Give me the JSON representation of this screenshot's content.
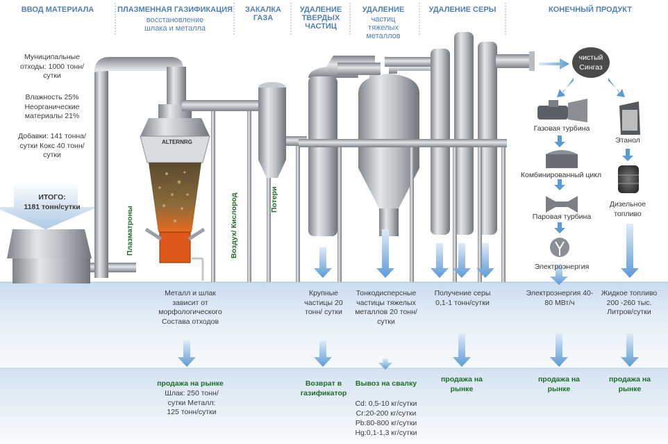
{
  "headers": {
    "input": "ВВОД МАТЕРИАЛА",
    "gasification_title": "ПЛАЗМЕННАЯ ГАЗИФИКАЦИЯ",
    "gasification_sub": "восстановление шлака и металла",
    "quench_title": "ЗАКАЛКА ГАЗА",
    "solids_title": "УДАЛЕНИЕ ТВЕРДЫХ ЧАСТИЦ",
    "metals_title": "УДАЛЕНИЕ",
    "metals_sub": "частиц тяжелых металлов",
    "sulfur_title": "УДАЛЕНИЕ СЕРЫ",
    "product_title": "КОНЕЧНЫЙ ПРОДУКТ"
  },
  "input_block": {
    "waste": "Муниципальные отходы: 1000 тонн/сутки",
    "humidity": "Влажность 25% Неорганические материалы 21%",
    "additives": "Добавки: 141 тонна/сутки Кокс 40 тонн/сутки",
    "total_label": "ИТОГО:",
    "total_value": "1181 тонн/сутки"
  },
  "equipment_labels": {
    "brand": "ALTERNRG",
    "plasmatrons": "Плазматроны",
    "air_oxygen": "Воздух/ Кислород",
    "losses": "Потери"
  },
  "product_chain": {
    "syngas": "чистый Сингаз",
    "gas_turbine": "Газовая турбина",
    "combined_cycle": "Комбинированный цикл",
    "steam_turbine": "Паровая турбина",
    "electricity": "Электроэнергия",
    "ethanol": "Этанол",
    "diesel": "Дизельное топливо"
  },
  "outputs_row": {
    "metal_slag": "Металл и шлак зависит от морфологического Состава отходов",
    "coarse": "Крупные частицы 20 тонн/ сутки",
    "fine": "Тонкодисперсные частицы тяжелых металлов 20 тонн/сутки",
    "sulfur": "Получение серы 0,1-1 тонн/сутки",
    "power": "Электроэнергия 40-80 МВт/ч",
    "fuel": "Жидкое топливо 200 -260 тыс. Литров/сутки"
  },
  "destinations": {
    "market_slag_title": "продажа на рынке",
    "market_slag_detail": "Шлак: 250 тонн/сутки Металл: 125 тонн/сутки",
    "return_title": "Возврат в газификатор",
    "landfill_title": "Вывоз на свалку",
    "landfill_cd": "Cd: 0,5-10 кг/сутки",
    "landfill_cr": "Cr:20-200 кг/сутки",
    "landfill_pb": "Pb:80-800 кг/сутки",
    "landfill_hg": "Hg:0,1-1,3 кг/сутки",
    "market_sulfur": "продажа на рынке",
    "market_power": "продажа на рынке",
    "market_fuel": "продажа на рынке"
  },
  "colors": {
    "header_blue": "#4e7fb8",
    "green_text": "#1f6b28",
    "arrow_blue": "#5b9bd5",
    "node_dark": "#4a4a4a"
  }
}
